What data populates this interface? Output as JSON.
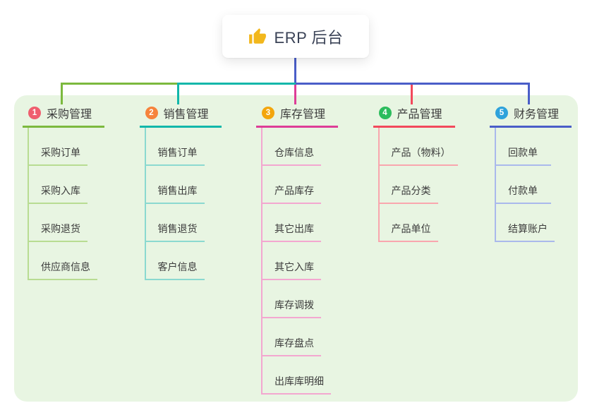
{
  "root": {
    "title": "ERP 后台",
    "icon": "thumbs-up-icon",
    "icon_color": "#f2b71c",
    "line_color": "#4a5ec8"
  },
  "panel": {
    "background": "#e8f5e2"
  },
  "branches": [
    {
      "number": "1",
      "label": "采购管理",
      "badge_color": "#ef5e6e",
      "line_color": "#7cb93e",
      "leaf_line_color": "#b8dc92",
      "children": [
        "采购订单",
        "采购入库",
        "采购退货",
        "供应商信息"
      ]
    },
    {
      "number": "2",
      "label": "销售管理",
      "badge_color": "#f6833c",
      "line_color": "#12b7aa",
      "leaf_line_color": "#8bd9d0",
      "children": [
        "销售订单",
        "销售出库",
        "销售退货",
        "客户信息"
      ]
    },
    {
      "number": "3",
      "label": "库存管理",
      "badge_color": "#f3a60d",
      "line_color": "#de3d97",
      "leaf_line_color": "#f3a7d0",
      "children": [
        "仓库信息",
        "产品库存",
        "其它出库",
        "其它入库",
        "库存调拨",
        "库存盘点",
        "出库库明细"
      ]
    },
    {
      "number": "4",
      "label": "产品管理",
      "badge_color": "#2cbc5d",
      "line_color": "#f2495c",
      "leaf_line_color": "#f9a6ae",
      "children": [
        "产品（物料）",
        "产品分类",
        "产品单位"
      ]
    },
    {
      "number": "5",
      "label": "财务管理",
      "badge_color": "#2ea2db",
      "line_color": "#4a5ec8",
      "leaf_line_color": "#aab9ec",
      "children": [
        "回款单",
        "付款单",
        "结算账户"
      ]
    }
  ]
}
